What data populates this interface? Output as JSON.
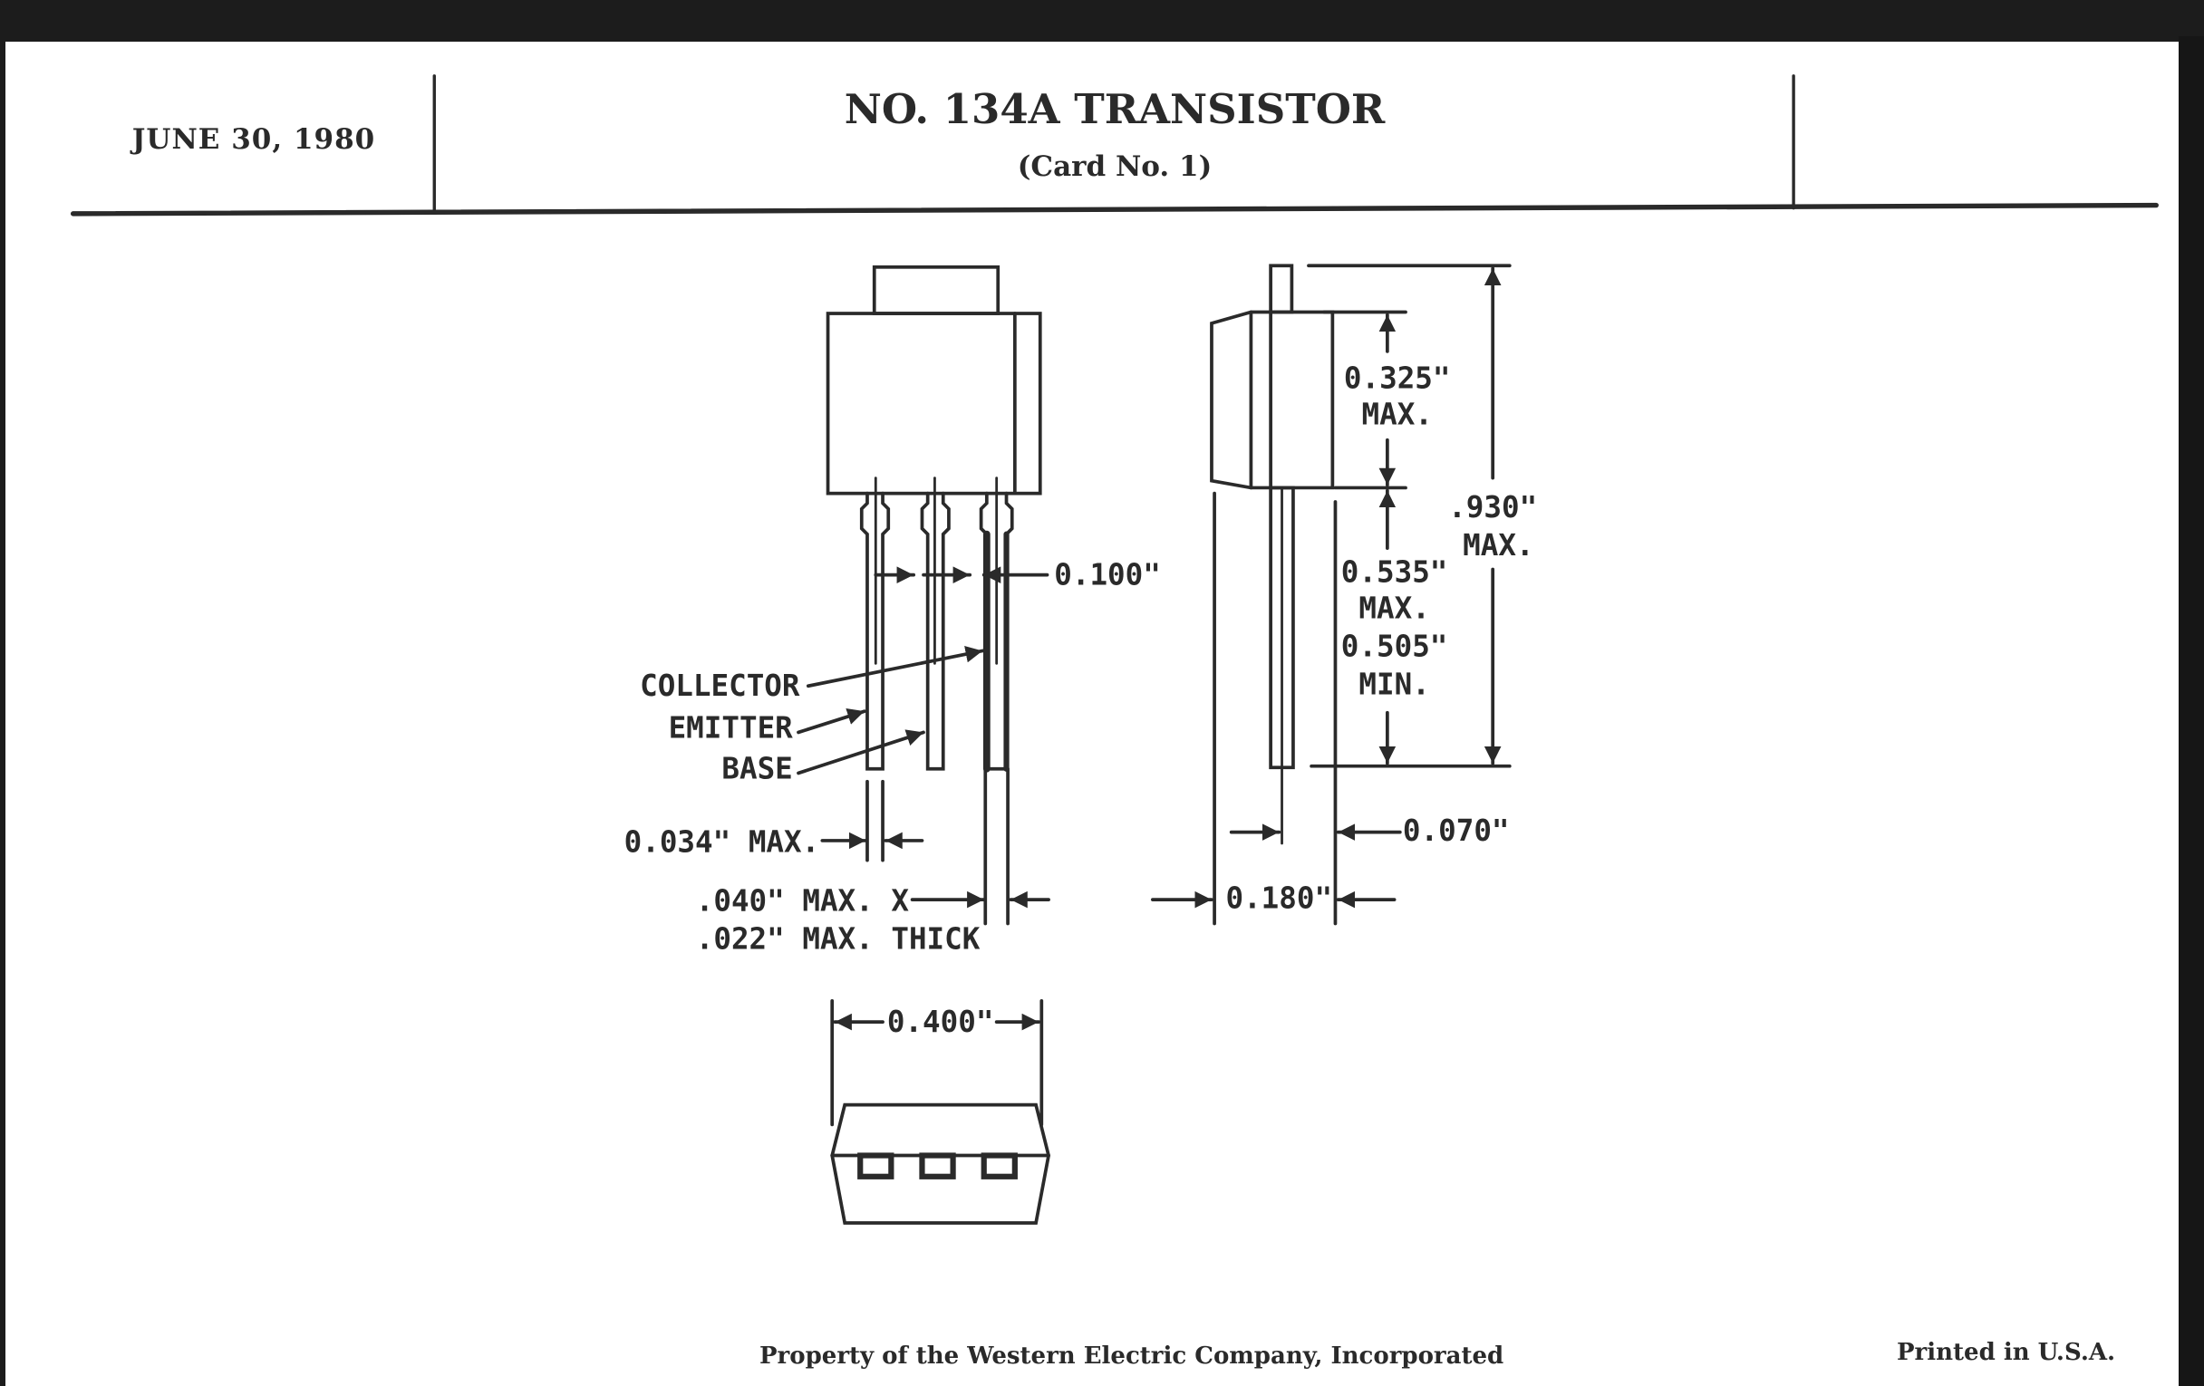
{
  "header": {
    "date": "JUNE 30, 1980",
    "title": "NO. 134A TRANSISTOR",
    "subtitle": "(Card No. 1)"
  },
  "drawing": {
    "front_view": {
      "lead_labels": {
        "collector": "COLLECTOR",
        "emitter": "EMITTER",
        "base": "BASE"
      },
      "lead_spacing": "0.100\"",
      "lead_width": "0.034\" MAX.",
      "tab_dimension_line1": ".040\" MAX. X",
      "tab_dimension_line2": ".022\" MAX. THICK"
    },
    "side_view": {
      "body_height": "0.325\"",
      "body_height_qualifier": "MAX.",
      "lead_length_max": "0.535\"",
      "lead_length_max_qualifier": "MAX.",
      "lead_length_min": "0.505\"",
      "lead_length_min_qualifier": "MIN.",
      "overall_height": ".930\"",
      "overall_height_qualifier": "MAX.",
      "lead_offset": "0.070\"",
      "body_depth": "0.180\""
    },
    "bottom_view": {
      "width": "0.400\""
    }
  },
  "footer": {
    "property": "Property of the Western Electric Company, Incorporated",
    "printed": "Printed in U.S.A."
  }
}
